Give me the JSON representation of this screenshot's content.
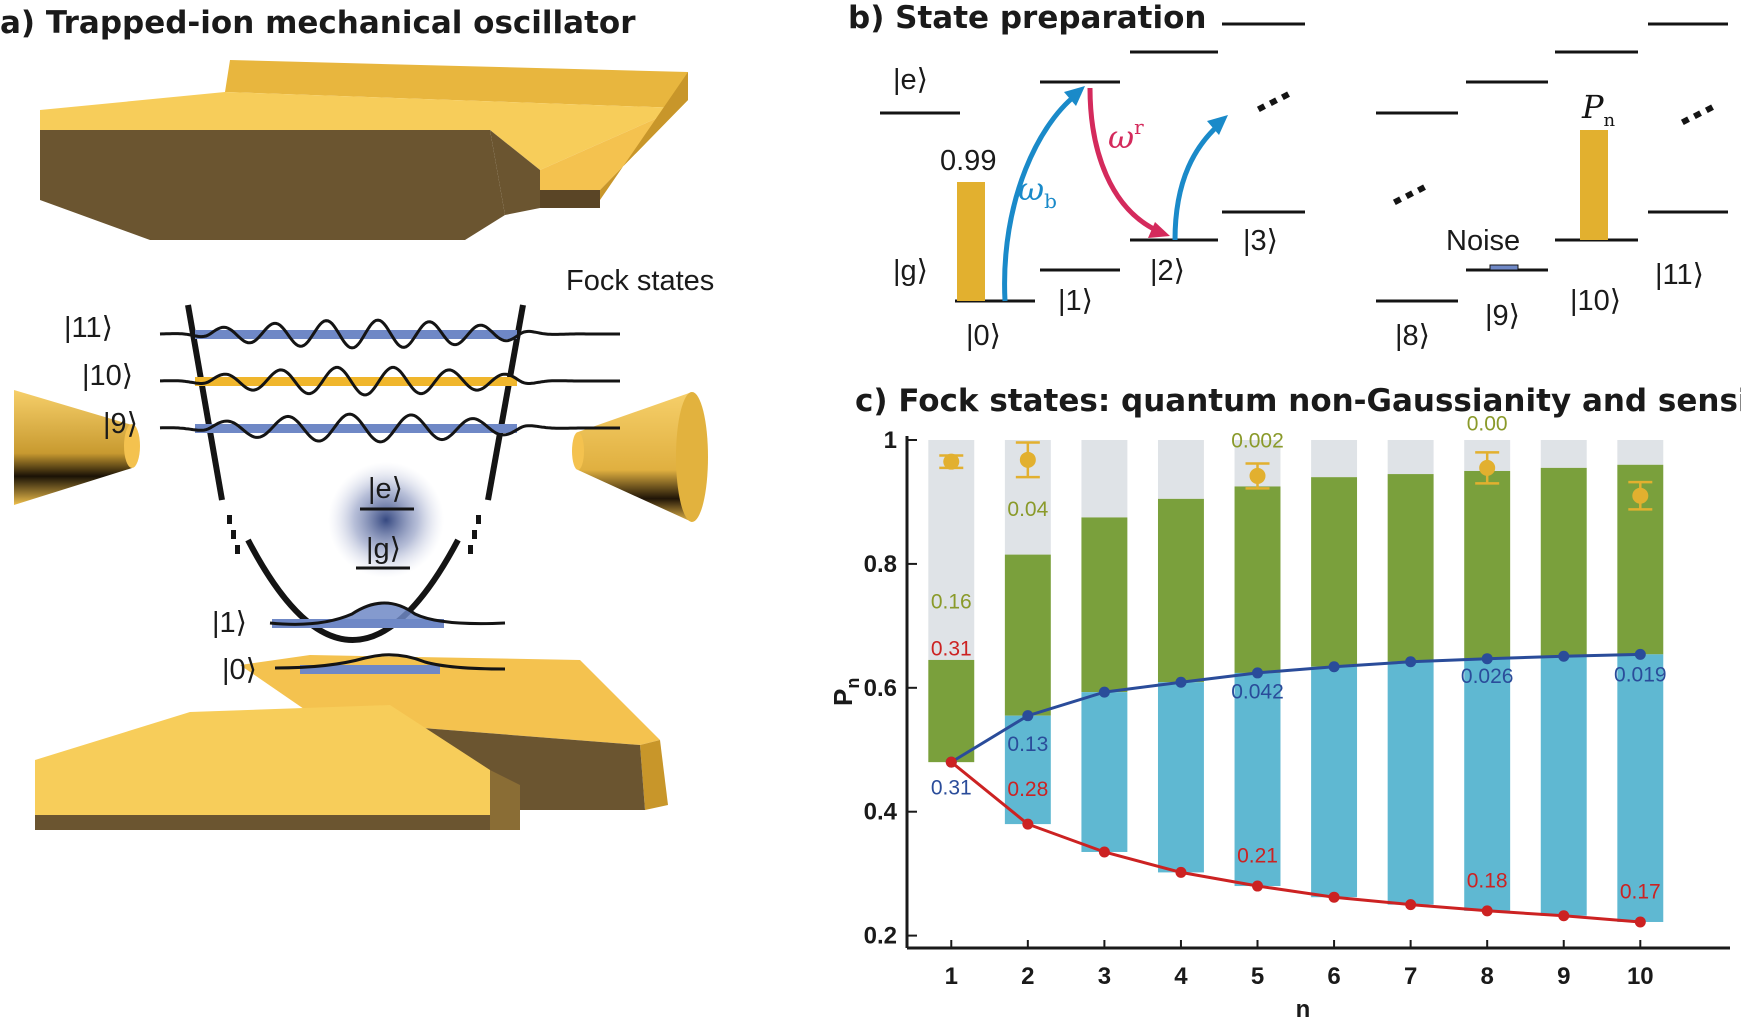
{
  "panel_a": {
    "title": "a) Trapped-ion mechanical oscillator",
    "fock_label": "Fock states",
    "kets_high": [
      "|11⟩",
      "|10⟩",
      "|9⟩"
    ],
    "kets_low": [
      "|1⟩",
      "|0⟩"
    ],
    "ion_kets": [
      "|e⟩",
      "|g⟩"
    ],
    "colors": {
      "gold": "#f4c24f",
      "brown": "#6b5530",
      "blue": "#6f88c6",
      "wave_gold": "#f0b62c"
    }
  },
  "panel_b": {
    "title": "b) State preparation",
    "e_label": "|e⟩",
    "g_label": "|g⟩",
    "pop_label": "0.99",
    "omega_b_sym": "ω",
    "omega_b_sub": "b",
    "omega_r_sym": "ω",
    "omega_r_sub": "r",
    "noise_label": "Noise",
    "pn_sym": "P",
    "pn_sub": "n",
    "kets": [
      "|0⟩",
      "|1⟩",
      "|2⟩",
      "|3⟩",
      "|8⟩",
      "|9⟩",
      "|10⟩",
      "|11⟩"
    ],
    "colors": {
      "blue_arrow": "#1a8ac9",
      "red_arrow": "#d42a5c",
      "bar": "#e2b02f"
    }
  },
  "chart_data": {
    "type": "bar",
    "title": "c) Fock states: quantum non-Gaussianity and sensing",
    "xlabel": "n",
    "ylabel_sym": "P",
    "ylabel_sub": "n",
    "ylim": [
      0.18,
      1.0
    ],
    "yticks": [
      0.2,
      0.4,
      0.6,
      0.8,
      1
    ],
    "ytick_labels": [
      "0.2",
      "0.4",
      "0.6",
      "0.8",
      "1"
    ],
    "categories": [
      1,
      2,
      3,
      4,
      5,
      6,
      7,
      8,
      9,
      10
    ],
    "stacked_bars": {
      "white_top": [
        0.48,
        0.38,
        0.335,
        0.302,
        0.28,
        0.262,
        0.25,
        0.24,
        0.232,
        0.222
      ],
      "blue_top": [
        0.48,
        0.555,
        0.593,
        0.609,
        0.624,
        0.634,
        0.642,
        0.647,
        0.651,
        0.654
      ],
      "green_top": [
        0.645,
        0.815,
        0.875,
        0.905,
        0.925,
        0.94,
        0.945,
        0.95,
        0.955,
        0.96
      ],
      "gray_top": [
        1,
        1,
        1,
        1,
        1,
        1,
        1,
        1,
        1,
        1
      ]
    },
    "series": [
      {
        "values": [
          0.48,
          0.555,
          0.593,
          0.609,
          0.624,
          0.634,
          0.642,
          0.647,
          0.651,
          0.654
        ]
      },
      {
        "values": [
          0.48,
          0.38,
          0.335,
          0.302,
          0.28,
          0.262,
          0.25,
          0.24,
          0.232,
          0.222
        ]
      }
    ],
    "experiment": {
      "n": [
        1,
        2,
        5,
        8,
        10
      ],
      "values": [
        0.965,
        0.968,
        0.942,
        0.955,
        0.91
      ],
      "errors": [
        0.01,
        0.028,
        0.02,
        0.025,
        0.022
      ]
    },
    "annotations": [
      {
        "text": "0.31",
        "x": 1,
        "y": 0.652,
        "color": "#cc2222"
      },
      {
        "text": "0.31",
        "x": 1,
        "y": 0.428,
        "color": "#2a4c9a"
      },
      {
        "text": "0.16",
        "x": 1,
        "y": 0.728,
        "color": "#8a9a2a"
      },
      {
        "text": "0.28",
        "x": 2,
        "y": 0.425,
        "color": "#cc2222"
      },
      {
        "text": "0.13",
        "x": 2,
        "y": 0.498,
        "color": "#2a4c9a"
      },
      {
        "text": "0.04",
        "x": 2,
        "y": 0.877,
        "color": "#8a9a2a"
      },
      {
        "text": "0.21",
        "x": 5,
        "y": 0.318,
        "color": "#cc2222"
      },
      {
        "text": "0.042",
        "x": 5,
        "y": 0.583,
        "color": "#2a4c9a"
      },
      {
        "text": "0.002",
        "x": 5,
        "y": 0.988,
        "color": "#8a9a2a"
      },
      {
        "text": "0.18",
        "x": 8,
        "y": 0.278,
        "color": "#cc2222"
      },
      {
        "text": "0.026",
        "x": 8,
        "y": 0.608,
        "color": "#2a4c9a"
      },
      {
        "text": "0.00",
        "x": 8,
        "y": 1.015,
        "color": "#8a9a2a"
      },
      {
        "text": "0.17",
        "x": 10,
        "y": 0.26,
        "color": "#cc2222"
      },
      {
        "text": "0.019",
        "x": 10,
        "y": 0.61,
        "color": "#2a4c9a"
      }
    ],
    "colors": {
      "gray": "#dfe3e7",
      "green": "#7aa03c",
      "blue": "#5fb8d2",
      "line_blue": "#2a4c9a",
      "line_red": "#cc2222",
      "gold": "#e2b02f"
    }
  }
}
